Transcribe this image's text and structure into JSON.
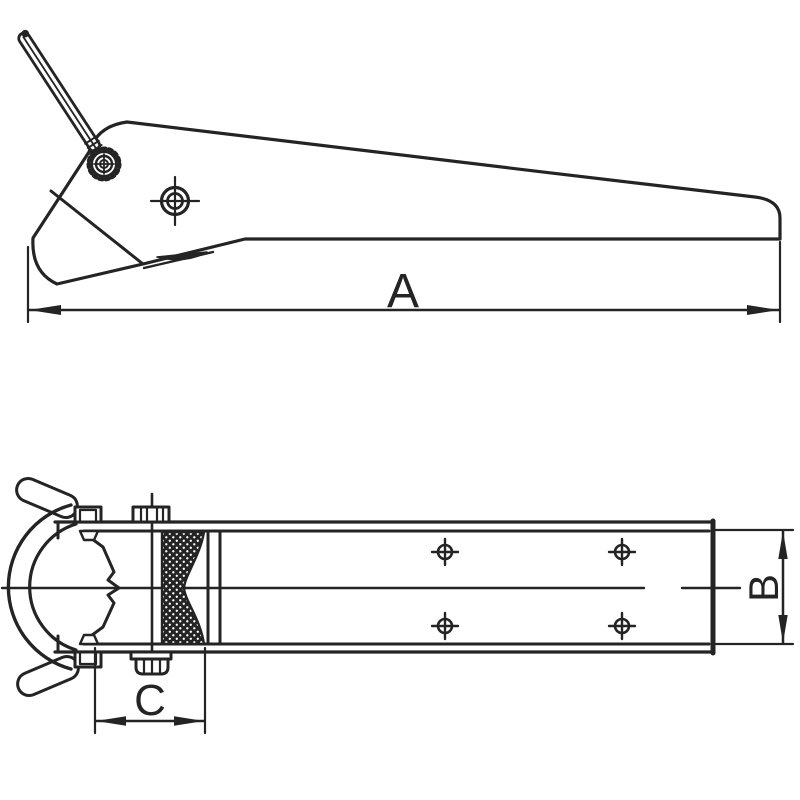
{
  "figure": {
    "type": "technical-drawing",
    "views": [
      "side-view",
      "plan-view"
    ]
  },
  "labels": {
    "dim_a": "A",
    "dim_b": "B",
    "dim_c": "C"
  },
  "colors": {
    "line": "#242424",
    "background": "#ffffff"
  }
}
